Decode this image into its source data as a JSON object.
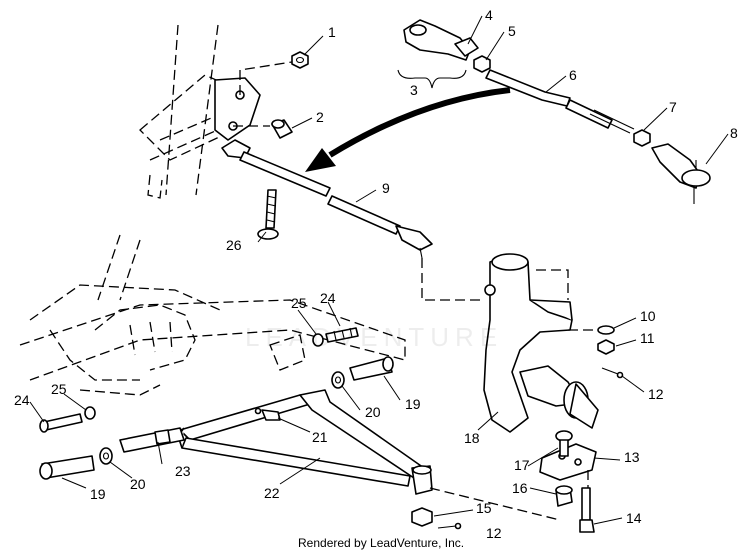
{
  "callouts": [
    {
      "id": "1",
      "label": "1"
    },
    {
      "id": "2",
      "label": "2"
    },
    {
      "id": "3",
      "label": "3"
    },
    {
      "id": "4",
      "label": "4"
    },
    {
      "id": "5",
      "label": "5"
    },
    {
      "id": "6",
      "label": "6"
    },
    {
      "id": "7",
      "label": "7"
    },
    {
      "id": "8",
      "label": "8"
    },
    {
      "id": "9",
      "label": "9"
    },
    {
      "id": "10",
      "label": "10"
    },
    {
      "id": "11",
      "label": "11"
    },
    {
      "id": "12a",
      "label": "12"
    },
    {
      "id": "12b",
      "label": "12"
    },
    {
      "id": "13",
      "label": "13"
    },
    {
      "id": "14",
      "label": "14"
    },
    {
      "id": "15",
      "label": "15"
    },
    {
      "id": "16",
      "label": "16"
    },
    {
      "id": "17",
      "label": "17"
    },
    {
      "id": "18",
      "label": "18"
    },
    {
      "id": "19a",
      "label": "19"
    },
    {
      "id": "19b",
      "label": "19"
    },
    {
      "id": "20a",
      "label": "20"
    },
    {
      "id": "20b",
      "label": "20"
    },
    {
      "id": "21",
      "label": "21"
    },
    {
      "id": "22",
      "label": "22"
    },
    {
      "id": "23",
      "label": "23"
    },
    {
      "id": "24a",
      "label": "24"
    },
    {
      "id": "24b",
      "label": "24"
    },
    {
      "id": "25a",
      "label": "25"
    },
    {
      "id": "25b",
      "label": "25"
    },
    {
      "id": "26",
      "label": "26"
    }
  ],
  "footer": "Rendered by LeadVenture, Inc.",
  "watermark": "LEADVENTURE"
}
